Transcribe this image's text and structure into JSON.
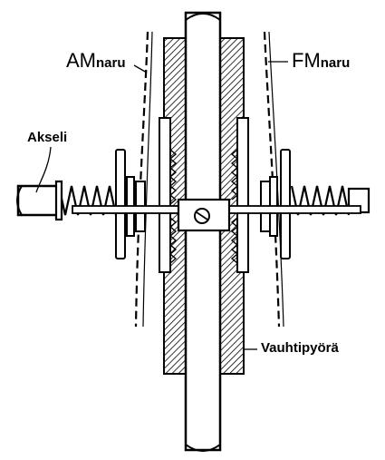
{
  "labels": {
    "am_prefix": "AM",
    "am_suffix": "naru",
    "fm_prefix": "FM",
    "fm_suffix": "naru",
    "axle": "Akseli",
    "flywheel": "Vauhtipyörä"
  },
  "colors": {
    "ink": "#000000",
    "paper": "#ffffff"
  }
}
